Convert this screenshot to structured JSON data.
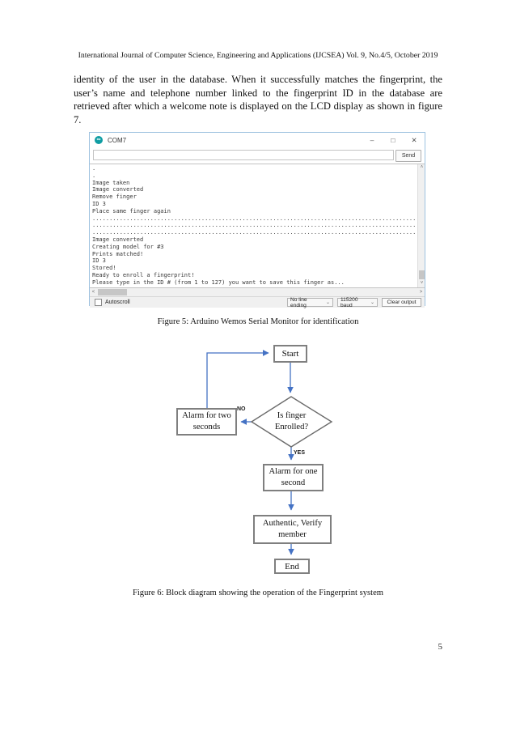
{
  "page": {
    "header": "International Journal of Computer Science, Engineering and Applications (IJCSEA) Vol. 9, No.4/5, October 2019",
    "body_paragraph": "identity of the user in the database. When it successfully matches the fingerprint, the user’s name and telephone number linked to the fingerprint ID in the database are retrieved after which a welcome note is displayed on the LCD display as shown in figure 7.",
    "figure5_caption": "Figure 5: Arduino Wemos Serial Monitor for identification",
    "figure6_caption": "Figure 6: Block diagram showing the operation of the Fingerprint system",
    "page_number": "5"
  },
  "serial_monitor": {
    "title": "COM7",
    "icon_glyph": "∞",
    "controls": {
      "minimize": "–",
      "maximize": "□",
      "close": "✕"
    },
    "input_value": "",
    "send_button": "Send",
    "output_lines": [
      ".",
      ".",
      "Image taken",
      "Image converted",
      "Remove finger",
      "ID 3",
      "Place same finger again",
      "........................................................................................................................",
      "........................................................................................................................",
      "........................................................................................................................",
      "Image converted",
      "Creating model for #3",
      "Prints matched!",
      "ID 3",
      "Stored!",
      "Ready to enroll a fingerprint!",
      "Please type in the ID # (from 1 to 127) you want to save this finger as..."
    ],
    "scrollbar_icons": {
      "up": "˄",
      "down": "˅",
      "left": "˂",
      "right": "˃"
    },
    "autoscroll_label": "Autoscroll",
    "line_ending_value": "No line ending",
    "baud_value": "115200 baud",
    "dropdown_chevron": "⌄",
    "clear_button": "Clear output"
  },
  "flowchart": {
    "start": "Start",
    "decision": "Is finger\nEnrolled?",
    "no_label": "NO",
    "yes_label": "YES",
    "alarm_two": "Alarm for two\nseconds",
    "alarm_one": "Alarm for one\nsecond",
    "authentic": "Authentic, Verify\nmember",
    "end": "End"
  },
  "colors": {
    "connector_blue": "#4472c4",
    "box_border_gray": "#7f7f7f",
    "window_border_blue": "#9ec2e0",
    "arduino_teal": "#0f9da3"
  }
}
